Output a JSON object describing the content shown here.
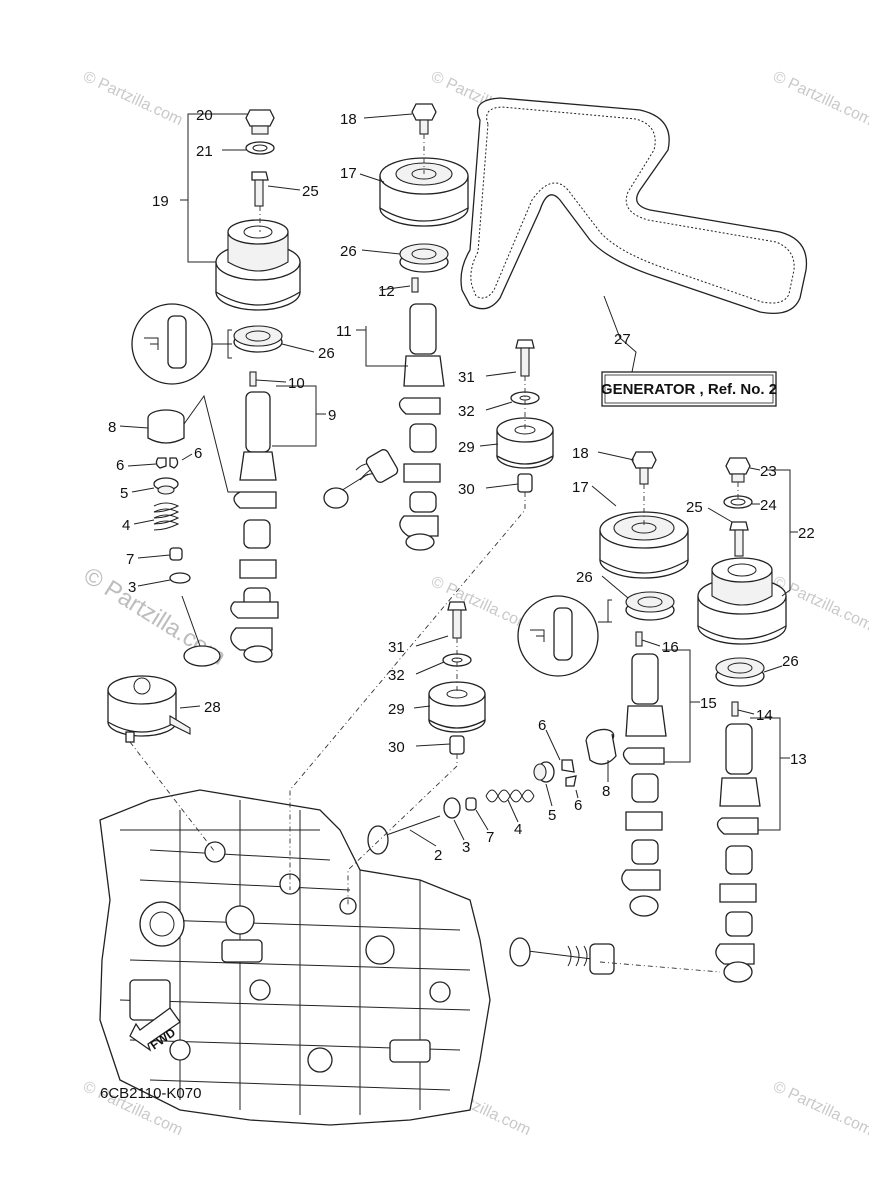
{
  "watermark": "© Partzilla.com",
  "diagram_code": "6CB2110-K070",
  "generator_note": "GENERATOR , Ref. No. 2",
  "fwd_label": "FWD",
  "callouts": {
    "c20": "20",
    "c21": "21",
    "c25a": "25",
    "c19": "19",
    "c26a": "26",
    "c10": "10",
    "c9": "9",
    "c8a": "8",
    "c6a": "6",
    "c6b": "6",
    "c5a": "5",
    "c4a": "4",
    "c7a": "7",
    "c3a": "3",
    "c18a": "18",
    "c17a": "17",
    "c26b": "26",
    "c12": "12",
    "c11": "11",
    "c27": "27",
    "c31a": "31",
    "c32a": "32",
    "c29a": "29",
    "c30a": "30",
    "c18b": "18",
    "c17b": "17",
    "c23": "23",
    "c24": "24",
    "c25b": "25",
    "c22": "22",
    "c26c": "26",
    "c26d": "26",
    "c16": "16",
    "c15": "15",
    "c14": "14",
    "c13": "13",
    "c28": "28",
    "c31b": "31",
    "c32b": "32",
    "c29b": "29",
    "c30b": "30",
    "c6c": "6",
    "c6d": "6",
    "c5b": "5",
    "c4b": "4",
    "c7b": "7",
    "c3b": "3",
    "c2": "2",
    "c8b": "8"
  }
}
